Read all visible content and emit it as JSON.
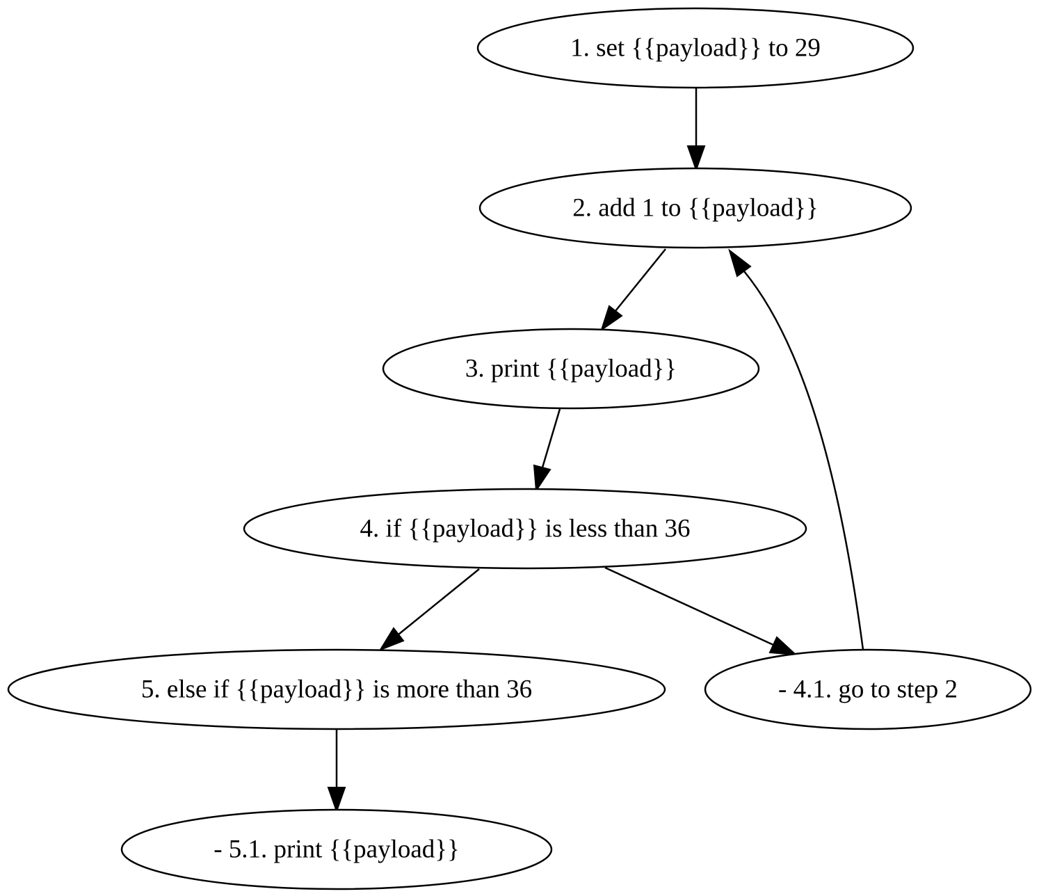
{
  "diagram": {
    "type": "flowchart",
    "nodes": [
      {
        "id": "n1",
        "label": "1. set {{payload}} to 29"
      },
      {
        "id": "n2",
        "label": "2. add 1 to {{payload}}"
      },
      {
        "id": "n3",
        "label": "3. print {{payload}}"
      },
      {
        "id": "n4",
        "label": "4. if {{payload}} is less than 36"
      },
      {
        "id": "n5",
        "label": "5. else if {{payload}} is more than 36"
      },
      {
        "id": "n41",
        "label": "- 4.1. go to step 2"
      },
      {
        "id": "n51",
        "label": "- 5.1. print {{payload}}"
      }
    ],
    "edges": [
      {
        "from": "n1",
        "to": "n2"
      },
      {
        "from": "n2",
        "to": "n3"
      },
      {
        "from": "n3",
        "to": "n4"
      },
      {
        "from": "n4",
        "to": "n5"
      },
      {
        "from": "n4",
        "to": "n41"
      },
      {
        "from": "n41",
        "to": "n2"
      },
      {
        "from": "n5",
        "to": "n51"
      }
    ]
  }
}
